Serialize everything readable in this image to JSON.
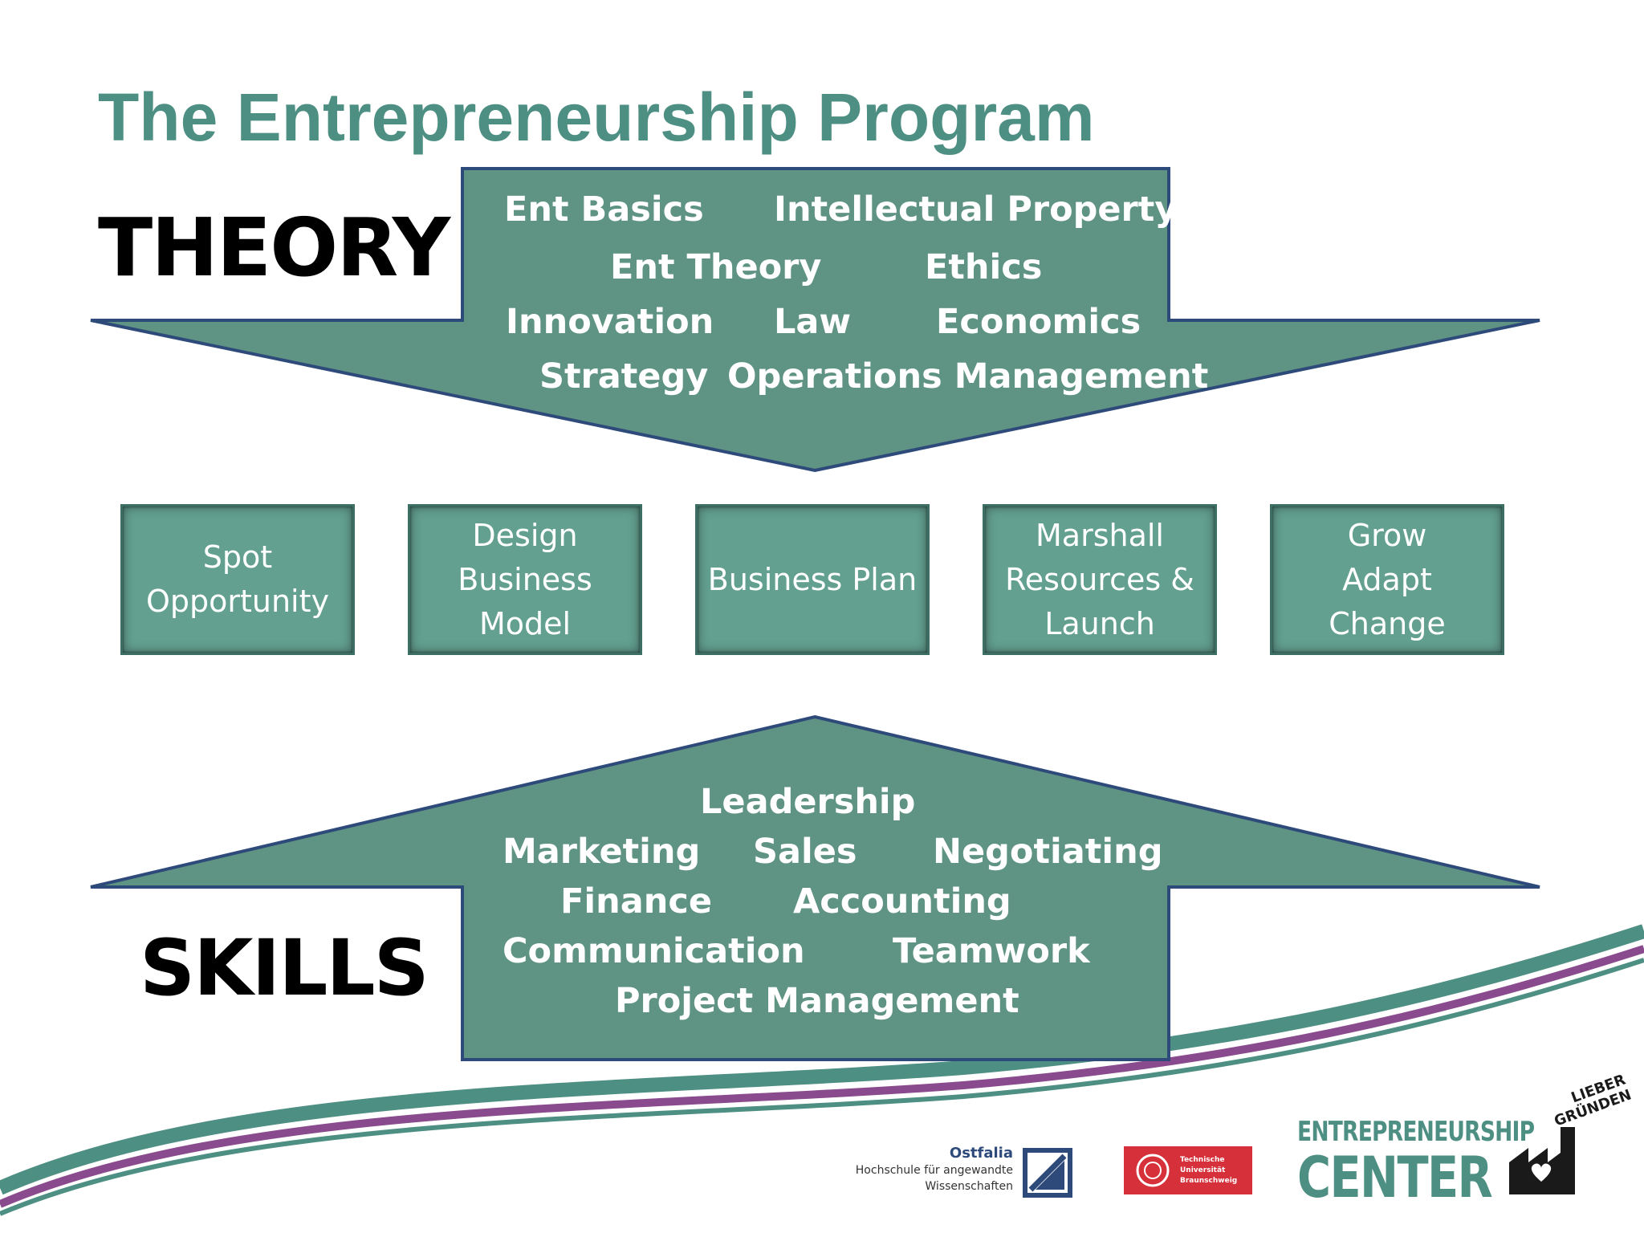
{
  "slide": {
    "title": "The Entrepreneurship Program",
    "theory_label": "THEORY",
    "skills_label": "SKILLS"
  },
  "colors": {
    "title": "#4e8f83",
    "arrow_fill": "#5f9383",
    "arrow_border": "#2e4a7a",
    "stage_fill": "#63a090",
    "wave_teal": "#4e8f83",
    "wave_purple": "#8a4b8e"
  },
  "theory_topics": {
    "ent_basics": "Ent Basics",
    "intellectual_property": "Intellectual Property",
    "ent_theory": "Ent Theory",
    "ethics": "Ethics",
    "innovation": "Innovation",
    "law": "Law",
    "economics": "Economics",
    "strategy": "Strategy",
    "operations_management": "Operations Management"
  },
  "stages": [
    {
      "lines": [
        "Spot",
        "Opportunity"
      ]
    },
    {
      "lines": [
        "Design",
        "Business",
        "Model"
      ]
    },
    {
      "lines": [
        "Business Plan"
      ]
    },
    {
      "lines": [
        "Marshall",
        "Resources &",
        "Launch"
      ]
    },
    {
      "lines": [
        "Grow",
        "Adapt",
        "Change"
      ]
    }
  ],
  "skills_topics": {
    "leadership": "Leadership",
    "marketing": "Marketing",
    "sales": "Sales",
    "negotiating": "Negotiating",
    "finance": "Finance",
    "accounting": "Accounting",
    "communication": "Communication",
    "teamwork": "Teamwork",
    "project_management": "Project Management"
  },
  "logos": {
    "ostfalia": {
      "name": "Ostfalia",
      "line1": "Hochschule für angewandte",
      "line2": "Wissenschaften"
    },
    "tu_braunschweig": {
      "line1": "Technische",
      "line2": "Universität",
      "line3": "Braunschweig"
    },
    "ent_center": {
      "line1": "ENTREPRENEURSHIP",
      "line2": "CENTER",
      "stamp_line1": "LIEBER",
      "stamp_line2": "GRÜNDEN"
    }
  }
}
